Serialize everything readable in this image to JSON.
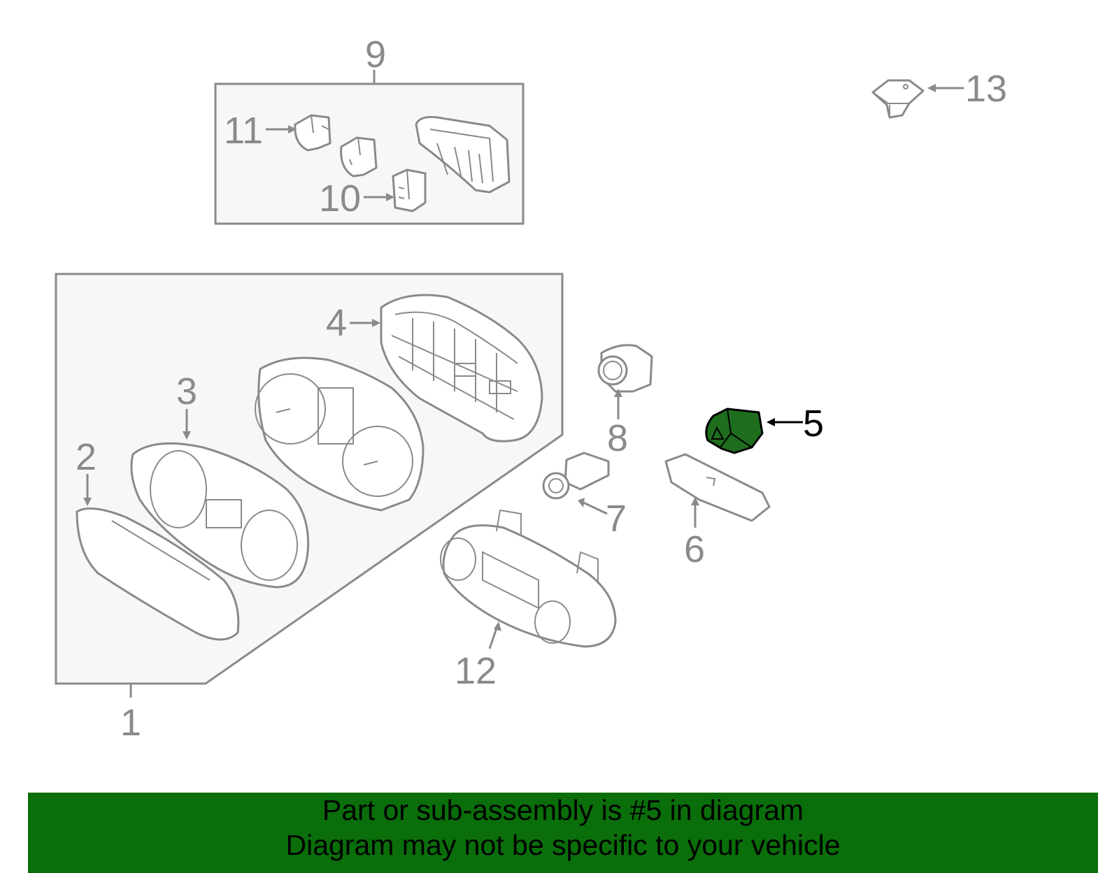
{
  "callouts": {
    "n1": "1",
    "n2": "2",
    "n3": "3",
    "n4": "4",
    "n5": "5",
    "n6": "6",
    "n7": "7",
    "n8": "8",
    "n9": "9",
    "n10": "10",
    "n11": "11",
    "n12": "12",
    "n13": "13"
  },
  "highlighted_part": "5",
  "colors": {
    "highlight_part": "#1e6e1e",
    "banner_bg": "#0a6e0a",
    "line_gray": "#8a8a8a"
  },
  "banner": {
    "line1": "Part or sub-assembly is #5 in diagram",
    "line2": "Diagram may not be specific to your vehicle"
  }
}
